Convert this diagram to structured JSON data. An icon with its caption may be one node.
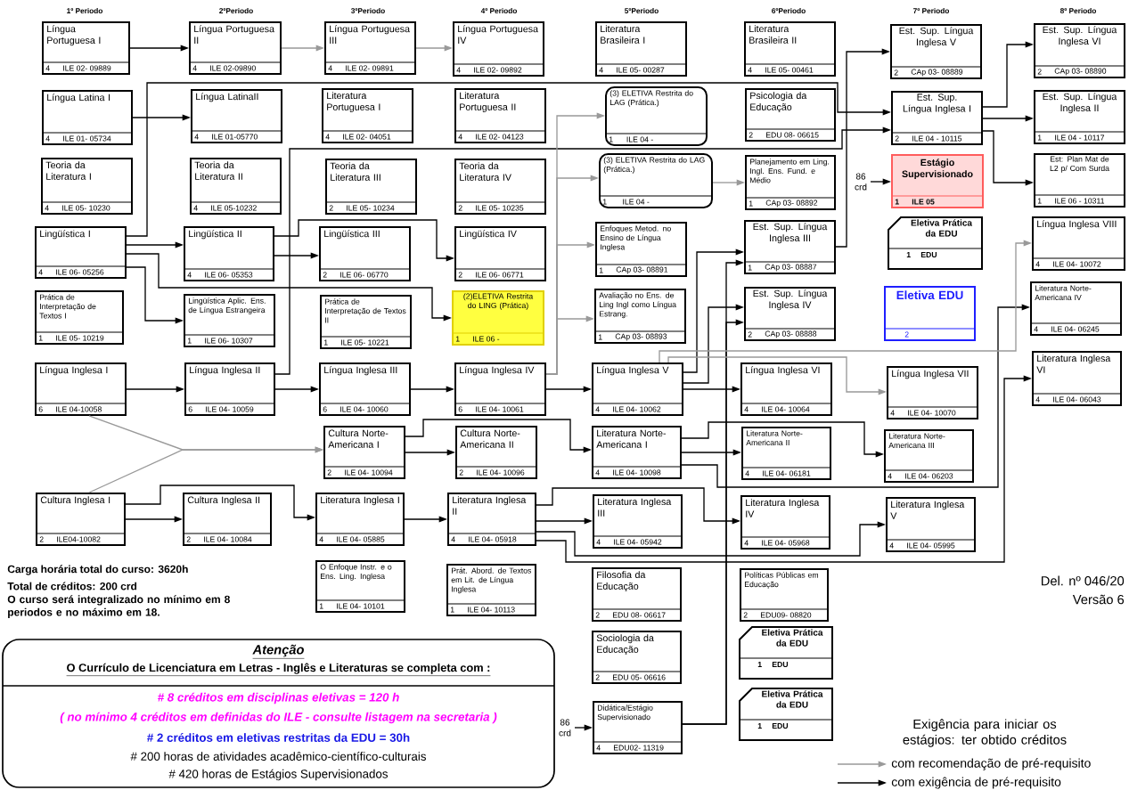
{
  "diagram": {
    "nodes": [
      {
        "text": [
          "Língua Portuguesa I",
          "4",
          "ILE 02- 09889"
        ]
      },
      {
        "text": [
          "Língua Portuguesa II",
          "4",
          "ILE 02-09890"
        ]
      },
      {
        "text": [
          "Língua Portuguesa III",
          "4",
          "ILE 02- 09891"
        ]
      },
      {
        "text": [
          "Língua Portuguesa IV",
          "4",
          "ILE 02- 09892"
        ]
      },
      {
        "text": [
          "Literatura Brasileira I",
          "4",
          "ILE 05- 00287"
        ]
      },
      {
        "text": [
          "Literatura Brasileira II",
          "4",
          "ILE 05- 00461"
        ]
      },
      {
        "text": [
          "Est. Sup. Língua Inglesa V",
          "2",
          "CAp 03- 08889"
        ]
      },
      {
        "text": [
          "Est. Sup. Língua Inglesa VI",
          "2",
          "CAp 03- 08890"
        ]
      },
      {
        "text": [
          "Língua Latina I",
          "4",
          "ILE 01- 05734"
        ]
      },
      {
        "text": [
          "Língua LatinaII",
          "4",
          "ILE 01-05770"
        ]
      },
      {
        "text": [
          "Literatura Portuguesa I",
          "4",
          "ILE 02- 04051"
        ]
      },
      {
        "text": [
          "Literatura Portuguesa II",
          "4",
          "ILE 02- 04123"
        ]
      },
      {
        "text": [
          "(3) ELETIVA Restrita do LAG (Prática.)",
          "1",
          "ILE 04 -"
        ]
      },
      {
        "text": [
          "Psicologia da Educação",
          "2",
          "EDU 08- 06615"
        ]
      },
      {
        "text": [
          "Est. Sup. Língua Inglesa I",
          "2",
          "ILE 04 - 10115"
        ]
      },
      {
        "text": [
          "Est. Sup. Língua Inglesa II",
          "1",
          "ILE 04 - 10117"
        ]
      },
      {
        "text": [
          "Teoria da Literatura I",
          "4",
          "ILE 05- 10230"
        ]
      },
      {
        "text": [
          "Teoria da Literatura II",
          "4",
          "ILE 05-10232"
        ]
      },
      {
        "text": [
          "Teoria da Literatura III",
          "2",
          "ILE 05- 10234"
        ]
      },
      {
        "text": [
          "Teoria da Literatura IV",
          "2",
          "ILE 05- 10235"
        ]
      },
      {
        "text": [
          "(3) ELETIVA Restrita do LAG (Prática.)",
          "1",
          "ILE 04 -"
        ]
      },
      {
        "text": [
          "Planejamento em Ling. Ingl. Ens. Fund. e Médio",
          "1",
          "CAp 03- 08892"
        ]
      },
      {
        "text": [
          "Estágio Supervisionado",
          "1",
          "ILE 05"
        ]
      },
      {
        "text": [
          "Est: Plan Mat de L2 p/ Com Surda",
          "1",
          "ILE 06 - 10311"
        ]
      },
      {
        "text": [
          "Lingüística I",
          "4",
          "ILE 06- 05256"
        ]
      },
      {
        "text": [
          "Lingüística II",
          "4",
          "ILE 06- 05353"
        ]
      },
      {
        "text": [
          "Lingüística III",
          "2",
          "ILE 06- 06770"
        ]
      },
      {
        "text": [
          "Lingüística IV",
          "2",
          "ILE 06- 06771"
        ]
      },
      {
        "text": [
          "Enfoques Metod. no Ensino de Língua Inglesa",
          "1",
          "CAp 03- 08891"
        ]
      },
      {
        "text": [
          "Est. Sup. Língua Inglesa III",
          "1",
          "CAp 03- 08887"
        ]
      },
      {
        "text": [
          "Eletiva Prática da EDU",
          "1",
          "EDU"
        ]
      },
      {
        "text": [
          "Língua Inglesa VIII",
          "4",
          "ILE 04- 10072"
        ]
      },
      {
        "text": [
          "Prática de Interpretação de Textos I",
          "1",
          "ILE 05- 10219"
        ]
      },
      {
        "text": [
          "Lingüística Aplic. Ens. de Língua Estrangeira",
          "1",
          "ILE 06- 10307"
        ]
      },
      {
        "text": [
          "Prática de Interpretação de Textos II",
          "1",
          "ILE 05- 10221"
        ]
      },
      {
        "text": [
          "(2)ELETIVA Restrita do LING (Prática)",
          "1",
          "ILE 06 -"
        ]
      },
      {
        "text": [
          "Avaliação no Ens. de Ling Ingl como Língua Estrang.",
          "1",
          "CAp 03- 08893"
        ]
      },
      {
        "text": [
          "Est. Sup. Língua Inglesa IV",
          "2",
          "CAp 03- 08888"
        ]
      },
      {
        "text": [
          "Eletiva EDU",
          "2"
        ]
      },
      {
        "text": [
          "Literatura Norte-Americana IV",
          "4",
          "ILE 04- 06245"
        ]
      },
      {
        "text": [
          "Língua Inglesa I",
          "6",
          "ILE 04-10058"
        ]
      },
      {
        "text": [
          "Língua Inglesa II",
          "6",
          "ILE 04- 10059"
        ]
      },
      {
        "text": [
          "Língua Inglesa III",
          "6",
          "ILE 04- 10060"
        ]
      },
      {
        "text": [
          "Língua Inglesa IV",
          "6",
          "ILE 04- 10061"
        ]
      },
      {
        "text": [
          "Língua Inglesa V",
          "4",
          "ILE 04- 10062"
        ]
      },
      {
        "text": [
          "Língua Inglesa VI",
          "4",
          "ILE 04- 10064"
        ]
      },
      {
        "text": [
          "Língua Inglesa VII",
          "4",
          "ILE 04- 10070"
        ]
      },
      {
        "text": [
          "Literatura Inglesa VI",
          "4",
          "ILE 04- 06043"
        ]
      },
      {
        "text": [
          "Cultura Norte-Americana I",
          "2",
          "ILE 04- 10094"
        ]
      },
      {
        "text": [
          "Cultura Norte-Americana II",
          "2",
          "ILE 04- 10096"
        ]
      },
      {
        "text": [
          "Literatura Norte-Americana I",
          "4",
          "ILE 04- 10098"
        ]
      },
      {
        "text": [
          "Literatura Norte-Americana II",
          "4",
          "ILE 04- 06181"
        ]
      },
      {
        "text": [
          "Literatura Norte-Americana III",
          "4",
          "ILE 04- 06203"
        ]
      },
      {
        "text": [
          "Cultura Inglesa I",
          "2",
          "ILE04-10082"
        ]
      },
      {
        "text": [
          "Cultura Inglesa II",
          "2",
          "ILE 04- 10084"
        ]
      },
      {
        "text": [
          "Literatura Inglesa I",
          "4",
          "ILE 04- 05885"
        ]
      },
      {
        "text": [
          "Literatura Inglesa II",
          "4",
          "ILE 04- 05918"
        ]
      },
      {
        "text": [
          "Literatura Inglesa III",
          "4",
          "ILE 04- 05942"
        ]
      },
      {
        "text": [
          "Literatura Inglesa IV",
          "4",
          "ILE 04- 05968"
        ]
      },
      {
        "text": [
          "Literatura Inglesa V",
          "4",
          "ILE 04- 05995"
        ]
      },
      {
        "text": [
          "O Enfoque Instr. e o Ens. Ling. Inglesa",
          "1",
          "ILE 04- 10101"
        ]
      },
      {
        "text": [
          "Prát. Abord. de Textos em Lit. de Língua Inglesa",
          "1",
          "ILE 04- 10113"
        ]
      },
      {
        "text": [
          "Filosofia da Educação",
          "2",
          "EDU 08- 06617"
        ]
      },
      {
        "text": [
          "Políticas Públicas em Educação",
          "2",
          "EDU09- 08820"
        ]
      },
      {
        "text": [
          "Sociologia da Educação",
          "2",
          "EDU 05- 06616"
        ]
      },
      {
        "text": [
          "Eletiva Prática da EDU",
          "1",
          "EDU"
        ]
      },
      {
        "text": [
          "Didática/Estágio Supervisionado",
          "4",
          "EDU02- 11319"
        ]
      },
      {
        "text": [
          "Eletiva Prática da EDU",
          "1",
          "EDU"
        ]
      },
      {
        "text": [
          "Atenção",
          "O Currículo de Licenciatura em Letras - Inglês e Literaturas  se completa com :",
          "# 8 créditos em disciplinas eletivas = 120 h",
          "( no mínimo 4 créditos em definidas do ILE - consulte listagem na secretaria )",
          "# 2 créditos em eletivas restritas da EDU = 30h",
          "# 200 horas de atividades acadêmico-científico-culturais",
          "# 420 horas de Estágios Supervisionados"
        ]
      }
    ],
    "edges": [
      {
        "from": 0,
        "to": 1,
        "arrow": "to"
      },
      {
        "from": 1,
        "to": 2,
        "arrow": "to",
        "color": "#999999"
      },
      {
        "from": 2,
        "to": 3,
        "arrow": "to",
        "color": "#999999"
      },
      {
        "from": 8,
        "to": 9,
        "arrow": "to"
      },
      {
        "from": 24,
        "to": 25,
        "arrow": "to"
      },
      {
        "from": 24,
        "to": 33,
        "arrow": "to"
      },
      {
        "from": 24,
        "to": 35,
        "arrow": "to"
      },
      {
        "from": 24,
        "to": 14,
        "arrow": "to"
      },
      {
        "from": 41,
        "to": 14,
        "arrow": "to"
      },
      {
        "from": 25,
        "to": 26,
        "arrow": "to"
      },
      {
        "from": 25,
        "to": 27,
        "arrow": "to"
      },
      {
        "from": 40,
        "to": 41,
        "arrow": "to"
      },
      {
        "from": 41,
        "to": 42,
        "arrow": "to"
      },
      {
        "from": 42,
        "to": 43,
        "arrow": "to"
      },
      {
        "from": 43,
        "to": 44,
        "arrow": "to"
      },
      {
        "from": 44,
        "to": 45,
        "arrow": "to"
      },
      {
        "from": 40,
        "to": 48,
        "arrow": "to",
        "color": "#999999"
      },
      {
        "from": 53,
        "to": 48,
        "arrow": "to",
        "color": "#999999"
      },
      {
        "from": 48,
        "to": 49,
        "arrow": "to"
      },
      {
        "from": 48,
        "to": 50,
        "arrow": "to"
      },
      {
        "from": 53,
        "to": 54,
        "arrow": "to"
      },
      {
        "from": 53,
        "to": 55,
        "arrow": "to"
      },
      {
        "from": 55,
        "to": 56,
        "arrow": "to"
      },
      {
        "from": 56,
        "to": 57,
        "arrow": "to"
      },
      {
        "from": 56,
        "to": 58,
        "arrow": "to"
      },
      {
        "from": 56,
        "to": 59,
        "arrow": "to"
      },
      {
        "from": 56,
        "to": 47,
        "arrow": "to"
      },
      {
        "from": 50,
        "to": 51,
        "arrow": "to"
      },
      {
        "from": 50,
        "to": 52,
        "arrow": "to"
      },
      {
        "from": 50,
        "to": 39,
        "arrow": "to"
      },
      {
        "from": 43,
        "to": 12,
        "arrow": "to",
        "color": "#999999"
      },
      {
        "from": 43,
        "to": 20,
        "arrow": "to",
        "color": "#999999"
      },
      {
        "from": 43,
        "to": 28,
        "arrow": "to",
        "color": "#999999"
      },
      {
        "from": 43,
        "to": 36,
        "arrow": "to",
        "color": "#999999"
      },
      {
        "from": 20,
        "to": 21,
        "arrow": "to",
        "color": "#999999"
      },
      {
        "from": 44,
        "to": 29,
        "arrow": "to"
      },
      {
        "from": 66,
        "to": 37,
        "arrow": "to"
      },
      {
        "from": 66,
        "to": 29,
        "arrow": "to"
      },
      {
        "from": 44,
        "to": 37,
        "arrow": "to"
      },
      {
        "from": 44,
        "to": 46,
        "arrow": "to",
        "color": "#999999"
      },
      {
        "from": 44,
        "to": 31,
        "arrow": "to",
        "color": "#999999"
      },
      {
        "from": 14,
        "to": 15,
        "arrow": "to"
      },
      {
        "from": 14,
        "to": 7,
        "arrow": "to"
      },
      {
        "from": 14,
        "to": 23,
        "arrow": "to"
      },
      {
        "from": 29,
        "to": 6,
        "arrow": "to"
      },
      {
        "from": null,
        "to": 22,
        "arrow": "to",
        "label": "86 crd"
      },
      {
        "from": null,
        "to": 66,
        "arrow": "to",
        "label": "86 crd"
      }
    ],
    "labels": [
      "1º Periodo",
      "2ºPeriodo",
      "3ºPeriodo",
      "4º Periodo",
      "5ºPeriodo",
      "6ºPeriodo",
      "7º Periodo",
      "8º Periodo",
      "Carga horária total  do curso: 3620h",
      "Total de créditos: 200 crd",
      "O curso será integralizado no mínimo em 8 periodos e no máximo em 18.",
      "Del. nº 046/20",
      "Versão 6",
      "Exigência para iniciar os estágios: ter obtido créditos"
    ],
    "legend": [
      {
        "text": "com recomendação de pré-requisito"
      },
      {
        "text": "com exigência de pré-requisito"
      }
    ]
  }
}
